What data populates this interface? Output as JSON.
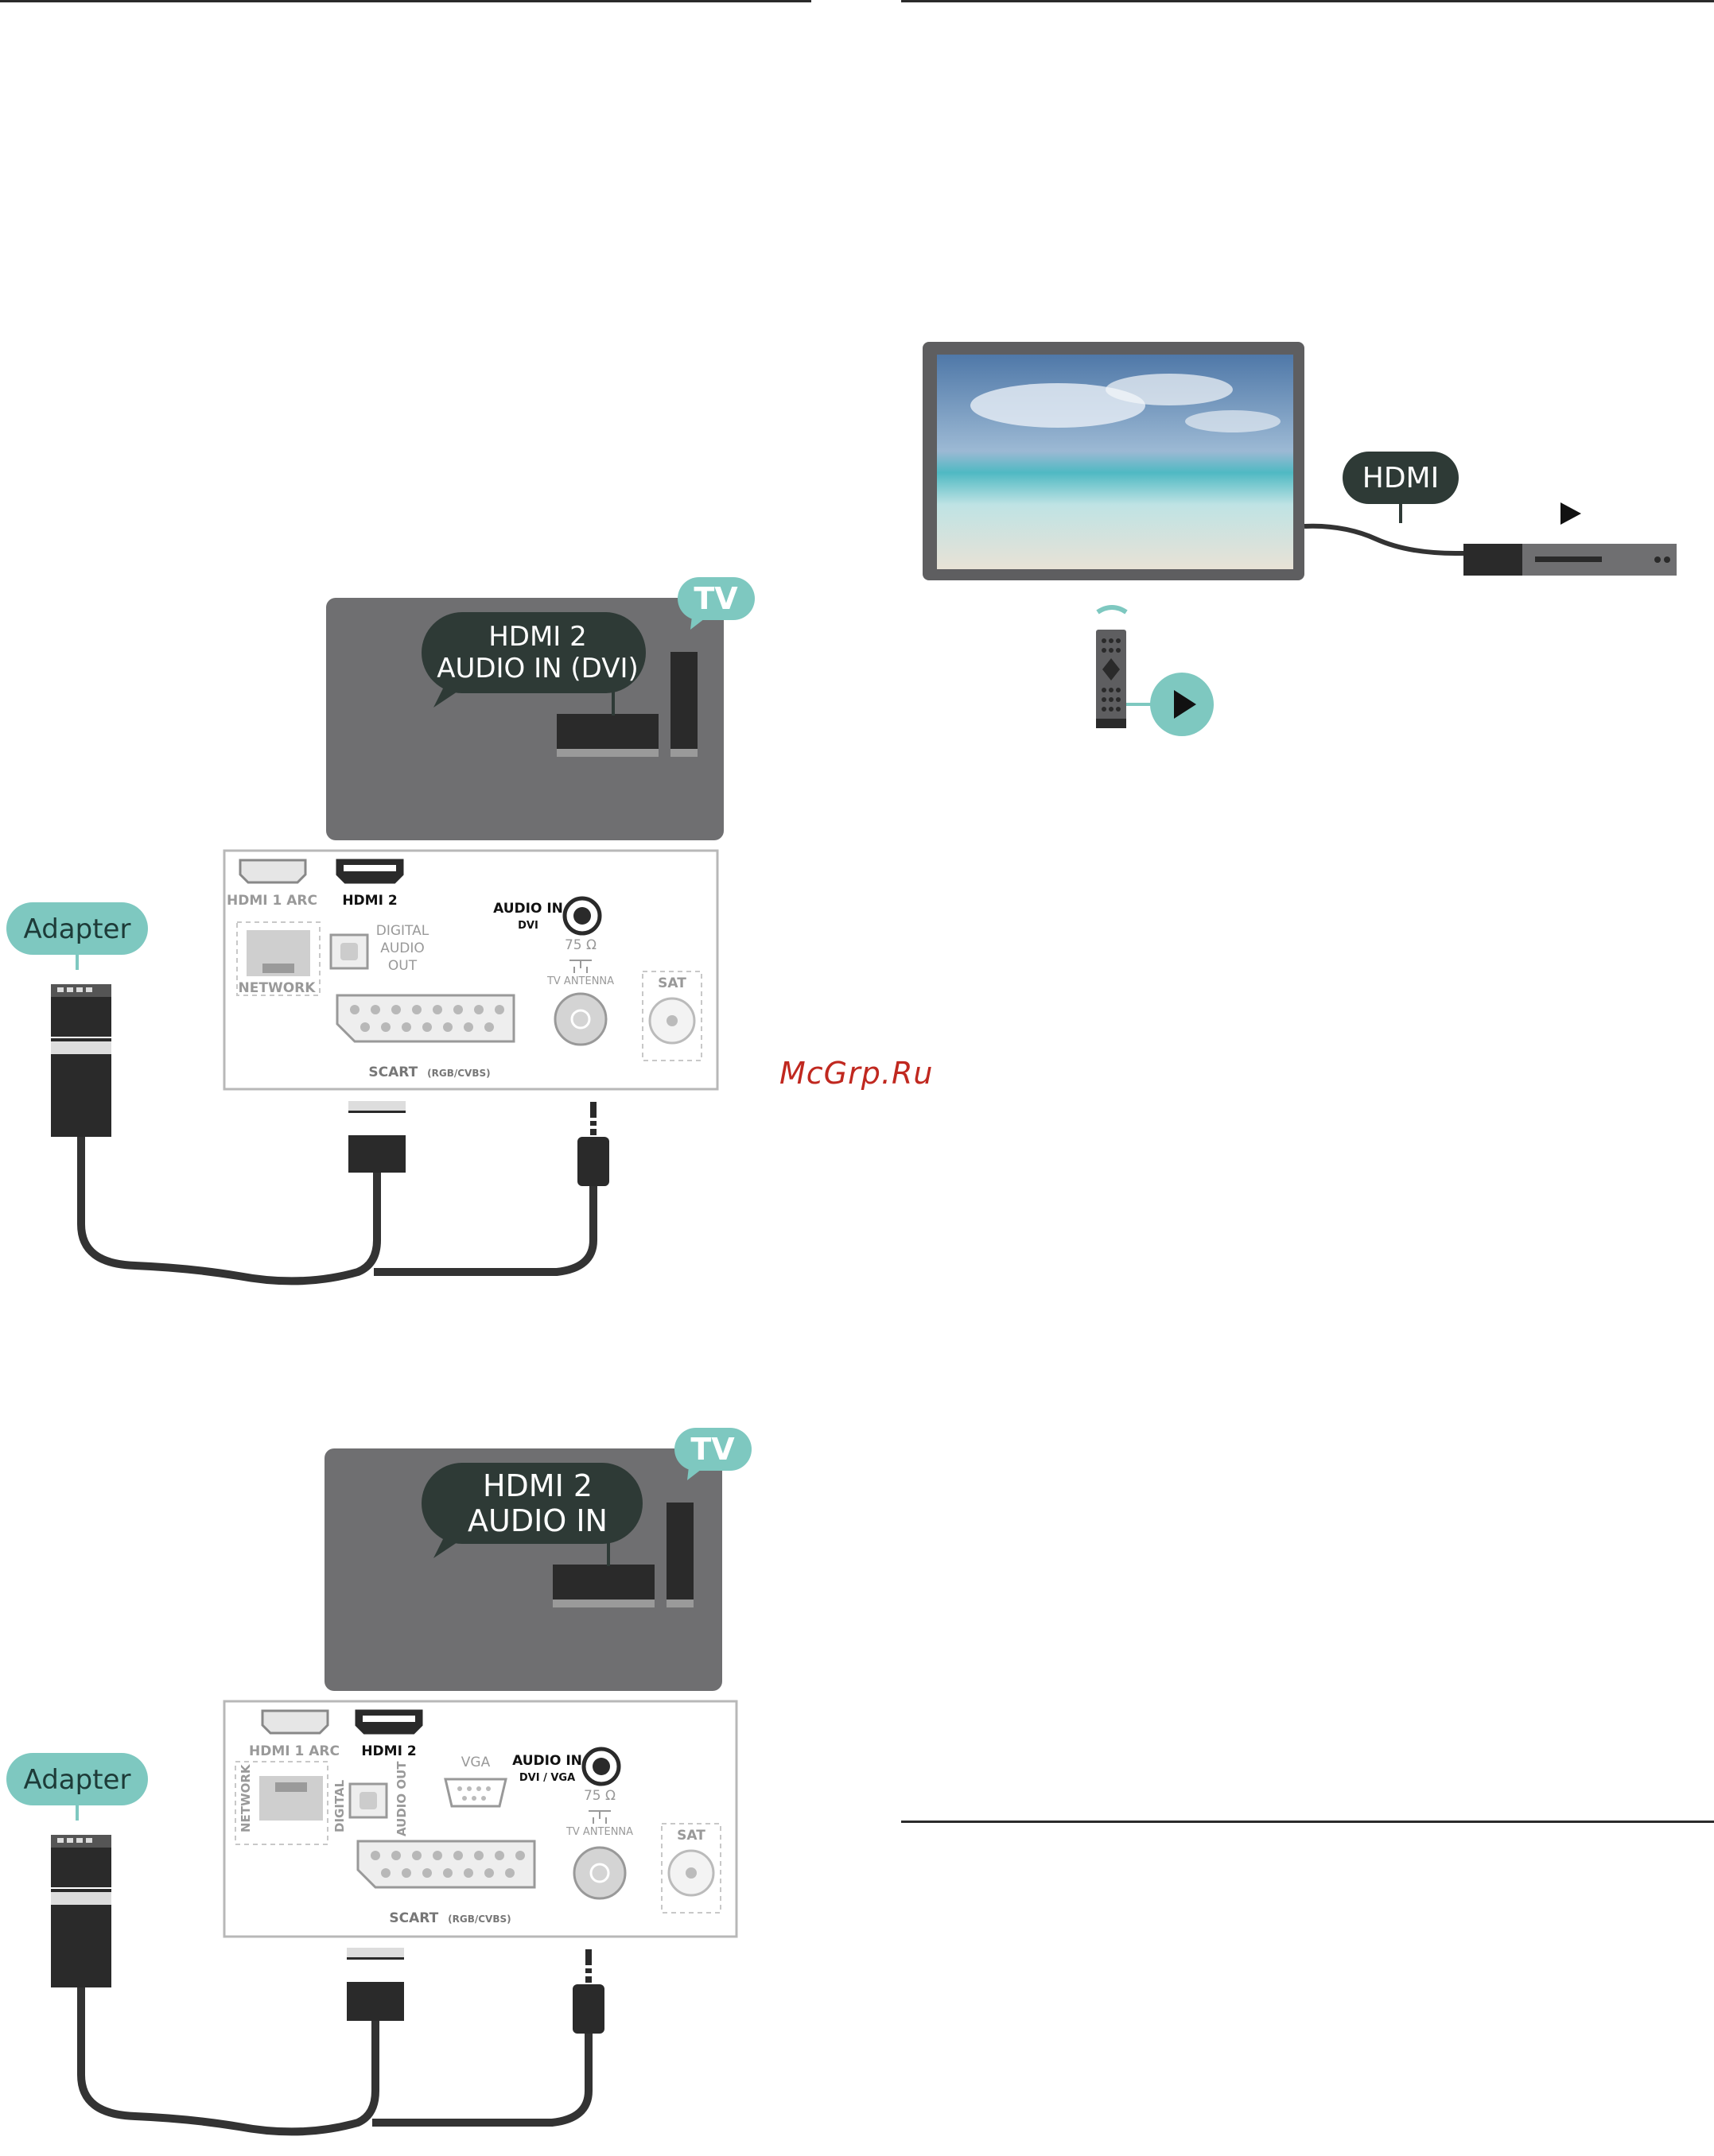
{
  "watermark": "McGrp.Ru",
  "figure_top": {
    "tv_badge": "TV",
    "callout_line1": "HDMI 2",
    "callout_line2": "AUDIO IN (DVI)",
    "adapter_label": "Adapter",
    "panel": {
      "hdmi1": "HDMI 1 ARC",
      "hdmi2": "HDMI 2",
      "audio_in": "AUDIO IN",
      "audio_in_sub": "DVI",
      "network": "NETWORK",
      "digital_audio_out_1": "DIGITAL",
      "digital_audio_out_2": "AUDIO",
      "digital_audio_out_3": "OUT",
      "ohm": "75 Ω",
      "tv_antenna": "TV ANTENNA",
      "sat": "SAT",
      "scart": "SCART",
      "scart_sub": "(RGB/CVBS)"
    }
  },
  "figure_bottom": {
    "tv_badge": "TV",
    "callout_line1": "HDMI 2",
    "callout_line2": "AUDIO IN",
    "adapter_label": "Adapter",
    "panel": {
      "hdmi1": "HDMI 1 ARC",
      "hdmi2": "HDMI 2",
      "vga": "VGA",
      "audio_in": "AUDIO IN",
      "audio_in_sub": "DVI / VGA",
      "network": "NETWORK",
      "digital": "DIGITAL",
      "audio_out": "AUDIO OUT",
      "ohm": "75 Ω",
      "tv_antenna": "TV ANTENNA",
      "sat": "SAT",
      "scart": "SCART",
      "scart_sub": "(RGB/CVBS)"
    }
  },
  "figure_right": {
    "callout": "HDMI"
  },
  "colors": {
    "tv_body": "#6f6f71",
    "callout_bg": "#2e3a36",
    "badge_teal": "#7ec8c0",
    "cable": "#333333",
    "panel_border": "#b8b8b8"
  }
}
